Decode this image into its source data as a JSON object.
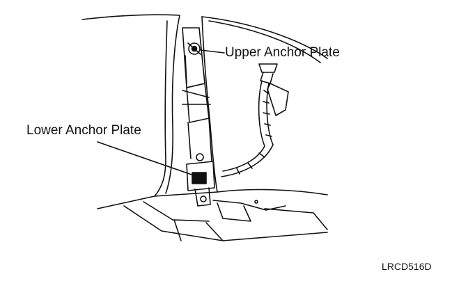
{
  "diagram": {
    "callouts": {
      "upper_anchor_plate": "Upper Anchor Plate",
      "lower_anchor_plate": "Lower Anchor Plate"
    },
    "figure_code": "LRCD516D"
  },
  "colors": {
    "ink": "#111111",
    "background": "#ffffff"
  }
}
